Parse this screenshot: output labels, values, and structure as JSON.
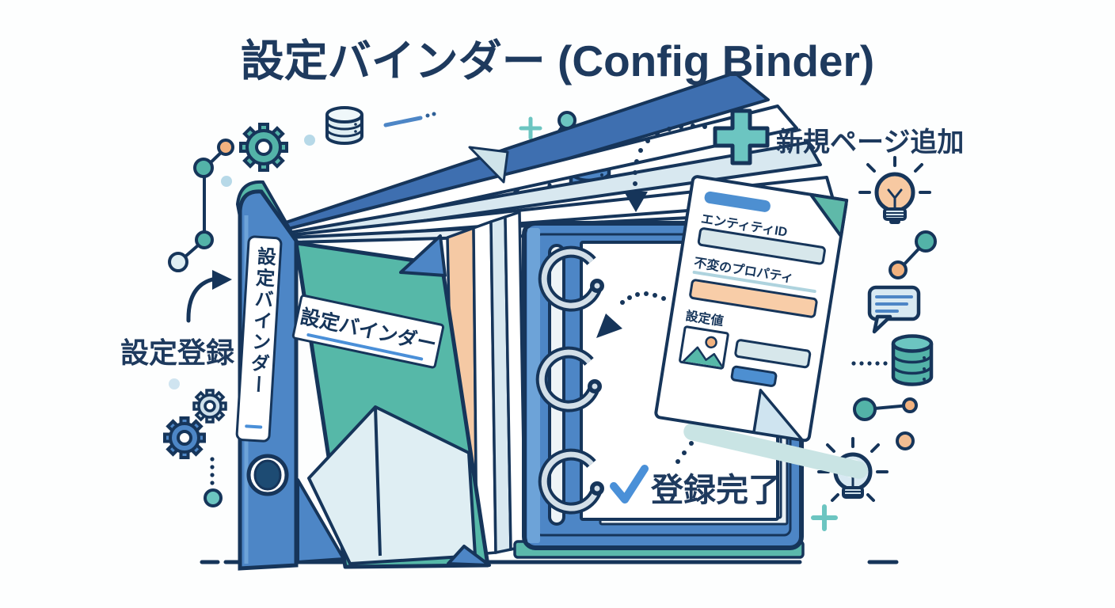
{
  "title": "設定バインダー (Config Binder)",
  "binder": {
    "spine_label": "設定バインダー",
    "cover_label": "設定バインダー"
  },
  "annotations": {
    "register": "設定登録",
    "add_page": "新規ページ追加",
    "complete": "登録完了"
  },
  "form_card": {
    "fields": [
      {
        "label": "エンティティID"
      },
      {
        "label": "不変のプロパティ"
      },
      {
        "label": "設定値"
      }
    ]
  },
  "icons": {
    "plus": "plus-icon",
    "gear": "gear-icon",
    "database": "database-icon",
    "lightbulb": "lightbulb-icon",
    "chat_bubble": "chat-bubble-icon",
    "node_link": "node-link-icon",
    "checkmark": "checkmark-icon",
    "image_placeholder": "image-icon",
    "arrow": "arrow-icon"
  },
  "colors": {
    "outline_navy": "#16355a",
    "text_navy": "#1e3a5e",
    "binder_blue": "#4d86c6",
    "cover_teal": "#56b8a8",
    "accent_teal": "#6cc5c1",
    "pale_blue": "#d8e8f0",
    "peach": "#f5c9a4",
    "card_input_blue": "#d7e7eb",
    "card_bar_blue": "#4d8fd1",
    "check_blue": "#4a90d8",
    "orange": "#f2b27f"
  }
}
